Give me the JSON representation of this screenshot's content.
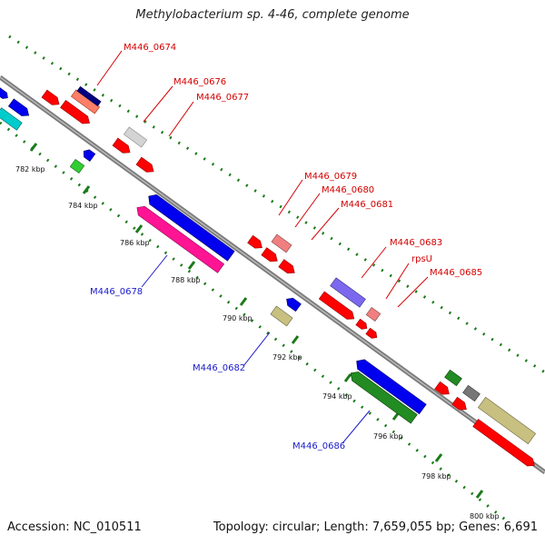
{
  "title": "Methylobacterium sp. 4-46, complete genome",
  "footer": {
    "accession": "Accession: NC_010511",
    "summary": "Topology: circular; Length: 7,659,055 bp; Genes: 6,691"
  },
  "colors": {
    "backbone": "#808080",
    "tick_track": "#1a7a1a",
    "forward_label": "#d40000",
    "reverse_label": "#1a1acc"
  },
  "ticks": [
    "782 kbp",
    "784 kbp",
    "786 kbp",
    "788 kbp",
    "790 kbp",
    "792 kbp",
    "794 kbp",
    "796 kbp",
    "798 kbp",
    "800 kbp"
  ],
  "forward_labels": [
    "M446_0674",
    "M446_0676",
    "M446_0677",
    "M446_0679",
    "M446_0680",
    "M446_0681",
    "M446_0683",
    "rpsU",
    "M446_0685"
  ],
  "reverse_labels": [
    "M446_0678",
    "M446_0682",
    "M446_0686"
  ]
}
